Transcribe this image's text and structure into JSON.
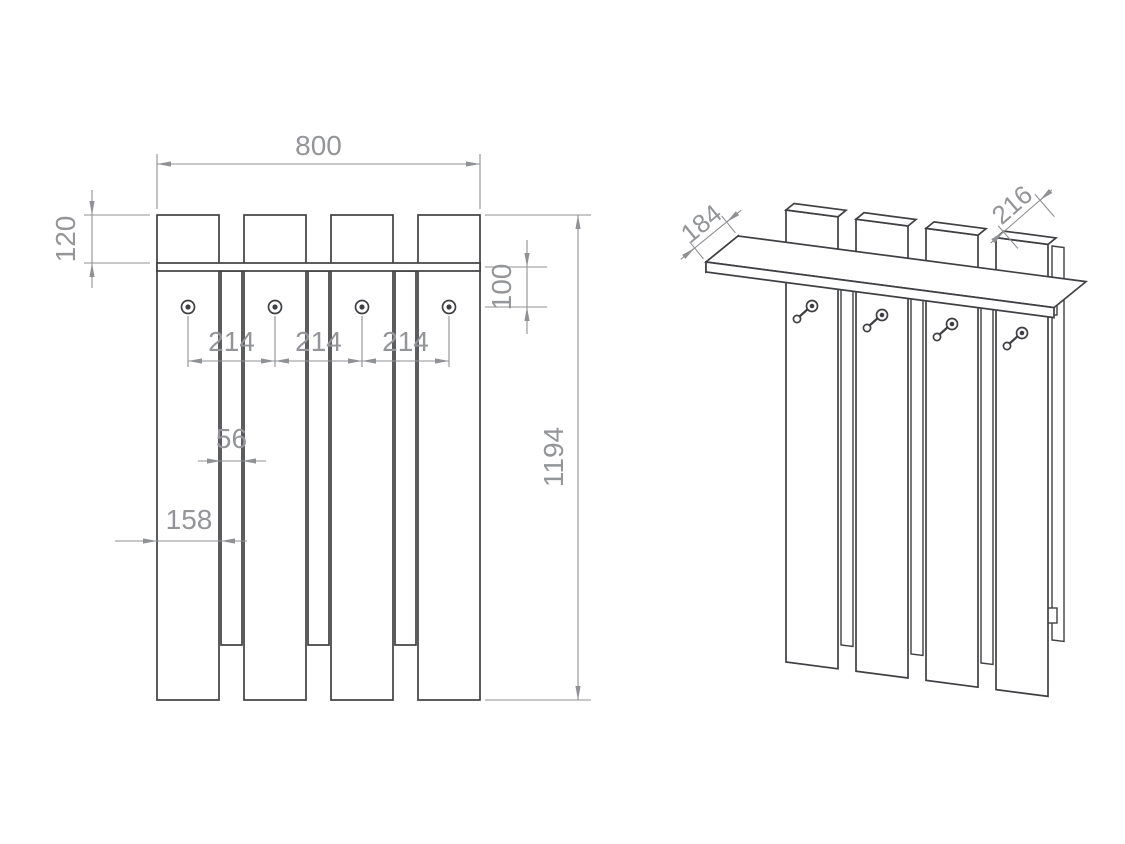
{
  "colors": {
    "line": "#3f4043",
    "dim": "#8f9194",
    "text": "#939598",
    "bg": "#ffffff"
  },
  "front_view": {
    "width": "800",
    "top_to_shelf": "120",
    "shelf_to_hook": "100",
    "hook_spacing": [
      "214",
      "214",
      "214"
    ],
    "batten_width": "56",
    "edge_to_batten": "158",
    "total_height": "1194"
  },
  "side_view": {
    "shelf_depth": "184",
    "total_depth": "216"
  }
}
